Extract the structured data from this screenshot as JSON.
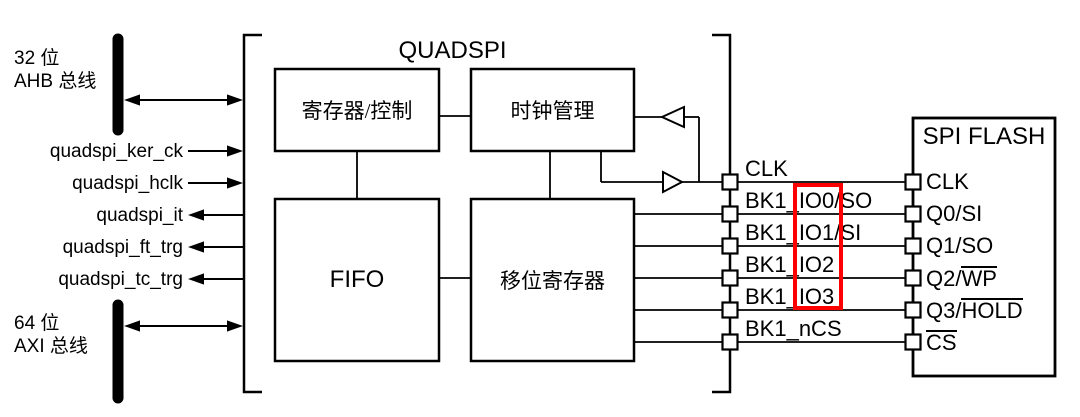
{
  "quadspi": {
    "title": "QUADSPI",
    "blocks": {
      "registers": "寄存器/控制",
      "clock": "时钟管理",
      "fifo": "FIFO",
      "shift": "移位寄存器"
    },
    "pins": [
      "CLK",
      "BK1_IO0/SO",
      "BK1_IO1/SI",
      "BK1_IO2",
      "BK1_IO3",
      "BK1_nCS"
    ]
  },
  "flash": {
    "title": "SPI FLASH",
    "pins": [
      {
        "text": "CLK",
        "over": ""
      },
      {
        "text": "Q0/SI",
        "over": ""
      },
      {
        "text": "Q1/SO",
        "over": ""
      },
      {
        "text": "Q2/",
        "over": "WP"
      },
      {
        "text": "Q3/",
        "over": "HOLD"
      },
      {
        "text": "",
        "over": "CS"
      }
    ]
  },
  "buses": [
    {
      "line1": "32 位",
      "line2": "AHB 总线"
    },
    {
      "line1": "64 位",
      "line2": "AXI 总线"
    }
  ],
  "signals": [
    {
      "name": "quadspi_ker_ck",
      "dir": "in"
    },
    {
      "name": "quadspi_hclk",
      "dir": "in"
    },
    {
      "name": "quadspi_it",
      "dir": "out"
    },
    {
      "name": "quadspi_ft_trg",
      "dir": "out"
    },
    {
      "name": "quadspi_tc_trg",
      "dir": "out"
    }
  ],
  "colors": {
    "line": "#000000",
    "highlight": "#ff0000",
    "background": "#ffffff"
  }
}
